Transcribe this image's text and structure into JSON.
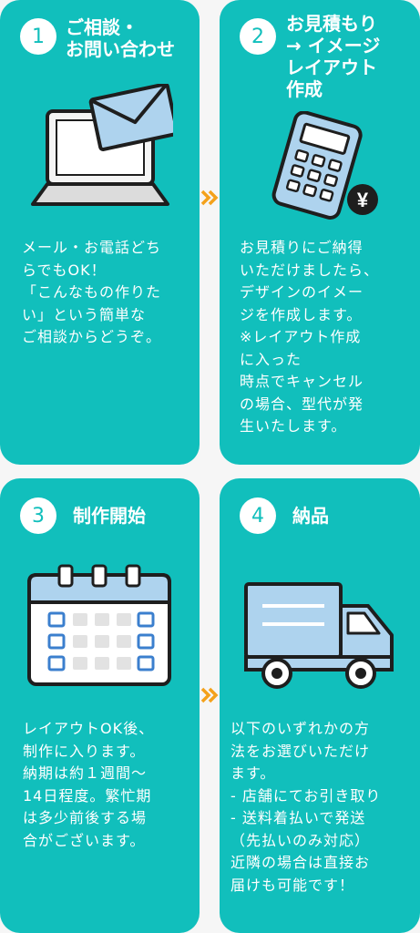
{
  "steps": [
    {
      "number": "1",
      "title_lines": [
        "ご相談・",
        "お問い合わせ"
      ],
      "body_lines": [
        "メール・お電話どち",
        "らでもOK！",
        "「こんなもの作りた",
        "い」という簡単な",
        "ご相談からどうぞ。"
      ]
    },
    {
      "number": "2",
      "title_lines": [
        "お見積もり",
        "→ イメージ",
        "レイアウト",
        "作成"
      ],
      "yen_symbol": "¥",
      "body_lines": [
        "お見積りにご納得",
        "いただけましたら、",
        "デザインのイメー",
        "ジを作成します。",
        "※レイアウト作成",
        "に入った",
        "時点でキャンセル",
        "の場合、型代が発",
        "生いたします。"
      ]
    },
    {
      "number": "3",
      "title_lines": [
        "制作開始"
      ],
      "body_lines": [
        "レイアウトOK後、",
        "制作に入ります。",
        "納期は約１週間〜",
        "14日程度。繁忙期",
        "は多少前後する場",
        "合がございます。"
      ]
    },
    {
      "number": "4",
      "title_lines": [
        "納品"
      ],
      "body_lines": [
        "以下のいずれかの方",
        "法をお選びいただけ",
        "ます。",
        "- 店舗にてお引き取り",
        "- 送料着払いで発送",
        "（先払いのみ対応）",
        "近隣の場合は直接お",
        "届けも可能です！"
      ]
    }
  ],
  "icons": [
    "laptop-mail-icon",
    "calculator-icon",
    "calendar-icon",
    "truck-icon",
    "chevron-right-icon"
  ],
  "colors": {
    "card": "#11bfbc",
    "accent_orange": "#f4a11b",
    "icon_blue": "#aed3ee",
    "icon_dark": "#1e1e1e",
    "page_bg": "#f6f6f6"
  }
}
